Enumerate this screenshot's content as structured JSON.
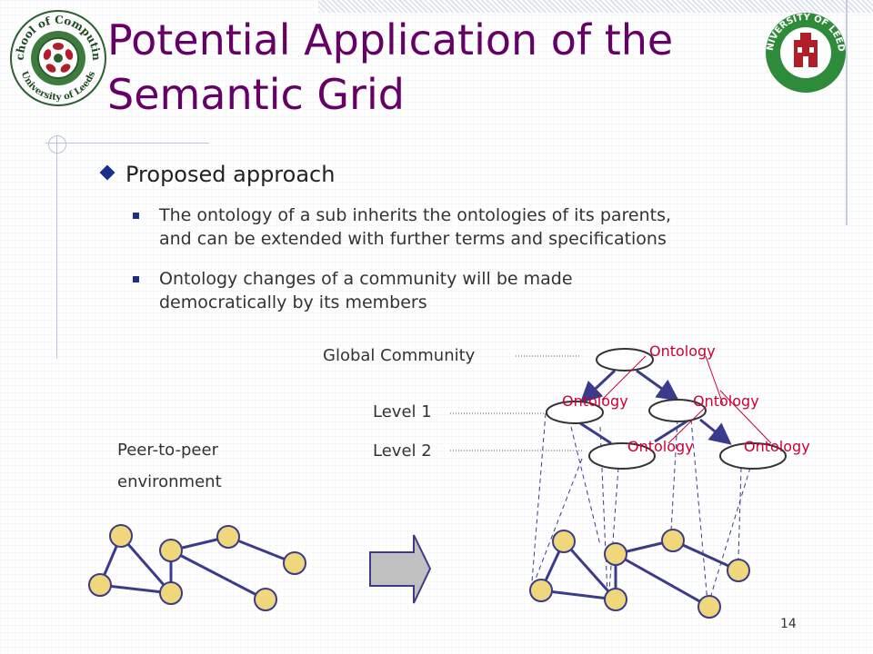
{
  "slide": {
    "title_line1": "Potential Application of the",
    "title_line2": "Semantic Grid",
    "page_number": "14"
  },
  "logos": {
    "left": {
      "ring_top": "School of Computing",
      "ring_bottom": "University of Leeds"
    },
    "right": {
      "ring_text": "UNIVERSITY OF LEEDS"
    }
  },
  "bullets": {
    "main": "Proposed approach",
    "sub": [
      {
        "line1": "The ontology of a sub inherits the ontologies of its parents,",
        "line2": "and can be extended with further terms and specifications"
      },
      {
        "line1": "Ontology changes of a community will be made",
        "line2": "democratically by its members"
      }
    ]
  },
  "diagram": {
    "labels": {
      "global": "Global Community",
      "level1": "Level 1",
      "level2": "Level 2",
      "peer_line1": "Peer-to-peer",
      "peer_line2": "environment"
    },
    "ontology_labels": [
      "Ontology",
      "Ontology",
      "Ontology",
      "Ontology",
      "Ontology"
    ],
    "colors": {
      "edge": "#3b3b8c",
      "node_fill": "#f0d77c",
      "ontology_text": "#cc0033",
      "arrow_fill": "#c0c0c0"
    }
  }
}
